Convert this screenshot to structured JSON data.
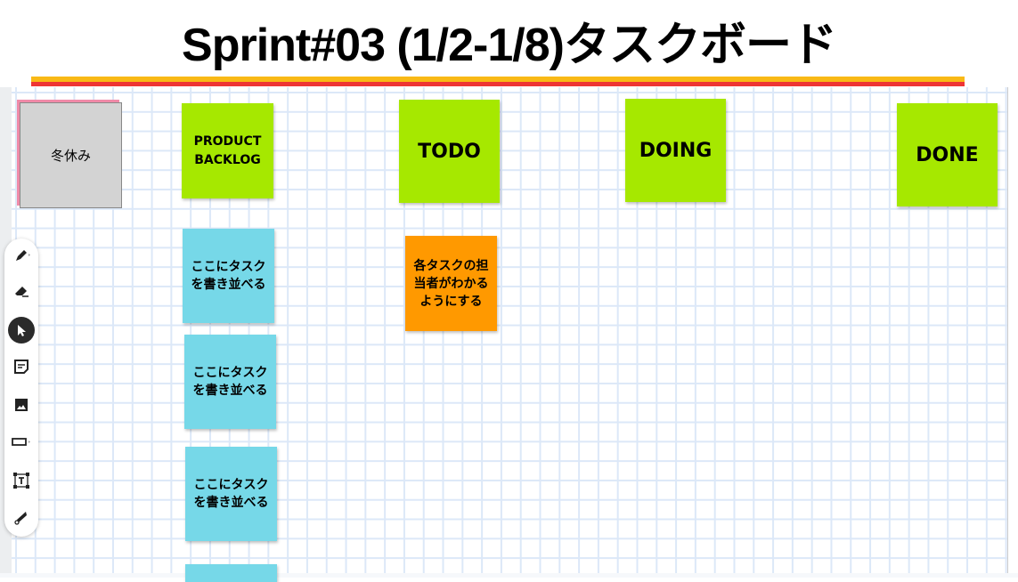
{
  "title": "Sprint#03 (1/2-1/8)タスクボード",
  "notes": {
    "winter": "冬休み",
    "backlog": "PRODUCT BACKLOG",
    "todo": "TODO",
    "doing": "DOING",
    "done": "DONE",
    "task1": "ここにタスクを書き並べる",
    "task2": "ここにタスクを書き並べる",
    "task3": "ここにタスクを書き並べる",
    "assignee": "各タスクの担当者がわかるようにする"
  },
  "toolbar": [
    "pen",
    "eraser",
    "select",
    "sticky-note",
    "image",
    "shape",
    "text",
    "laser"
  ],
  "colors": {
    "green": "#a6e800",
    "blue": "#76d8e8",
    "orange": "#ff9900",
    "gray": "#d3d3d3"
  }
}
